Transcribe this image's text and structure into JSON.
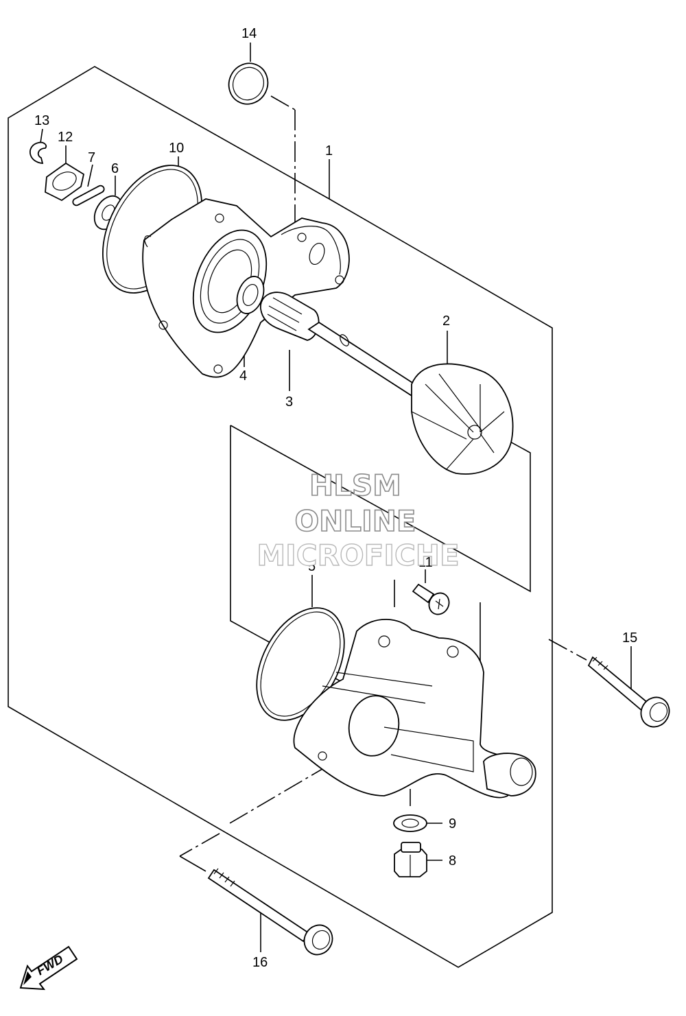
{
  "callouts": {
    "c1": "1",
    "c2": "2",
    "c3": "3",
    "c4": "4",
    "c5": "5",
    "c6": "6",
    "c7": "7",
    "c8": "8",
    "c9": "9",
    "c10": "10",
    "c11": "11",
    "c12": "12",
    "c13": "13",
    "c14": "14",
    "c15": "15",
    "c16": "16"
  },
  "watermark": {
    "line1": "HLSM",
    "line2": "ONLINE",
    "line3": "MICROFICHE"
  },
  "direction_badge": "FWD"
}
